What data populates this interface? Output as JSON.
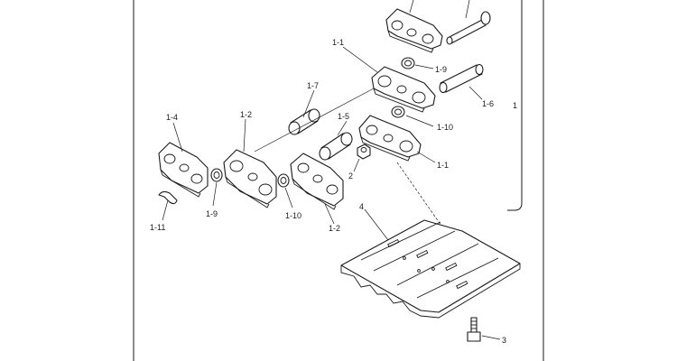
{
  "diagram": {
    "labels": {
      "l_1": "1",
      "l_1_1_top": "1-1",
      "l_1_1_right": "1-1",
      "l_1_2_left": "1-2",
      "l_1_2_bottom": "1-2",
      "l_1_4": "1-4",
      "l_1_5": "1-5",
      "l_1_6": "1-6",
      "l_1_7": "1-7",
      "l_1_9_right": "1-9",
      "l_1_9_left": "1-9",
      "l_1_10_right": "1-10",
      "l_1_10_left": "1-10",
      "l_1_11": "1-11",
      "l_2": "2",
      "l_3": "3",
      "l_4": "4"
    }
  }
}
